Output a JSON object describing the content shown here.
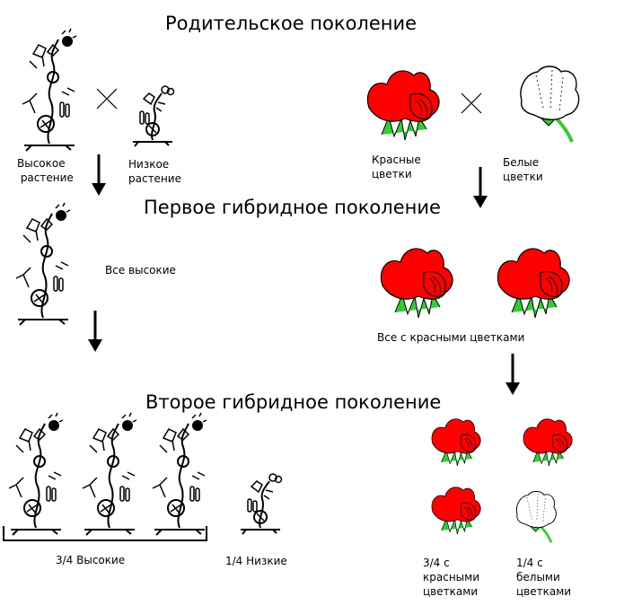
{
  "headings": {
    "parental": "Родительское поколение",
    "first_hybrid": "Первое гибридное поколение",
    "second_hybrid": "Второе гибридное поколение"
  },
  "labels": {
    "tall_plant": "Высокое\n растение",
    "short_plant": "Низкое\nрастение",
    "red_flowers": "Красные\nцветки",
    "white_flowers": "Белые\nцветки",
    "all_tall": "Все высокие",
    "all_red": "Все с красными цветками",
    "three_quarters_tall": "3/4 Высокие",
    "one_quarter_short": "1/4 Низкие",
    "three_quarters_red": "3/4 с\nкрасными\nцветками",
    "one_quarter_white": "1/4 с\nбелыми\nцветками"
  },
  "symbols": {
    "cross": "×"
  },
  "colors": {
    "red_flower": "#ff0000",
    "leaf_green": "#33cc33",
    "ink": "#000000",
    "white": "#ffffff"
  }
}
